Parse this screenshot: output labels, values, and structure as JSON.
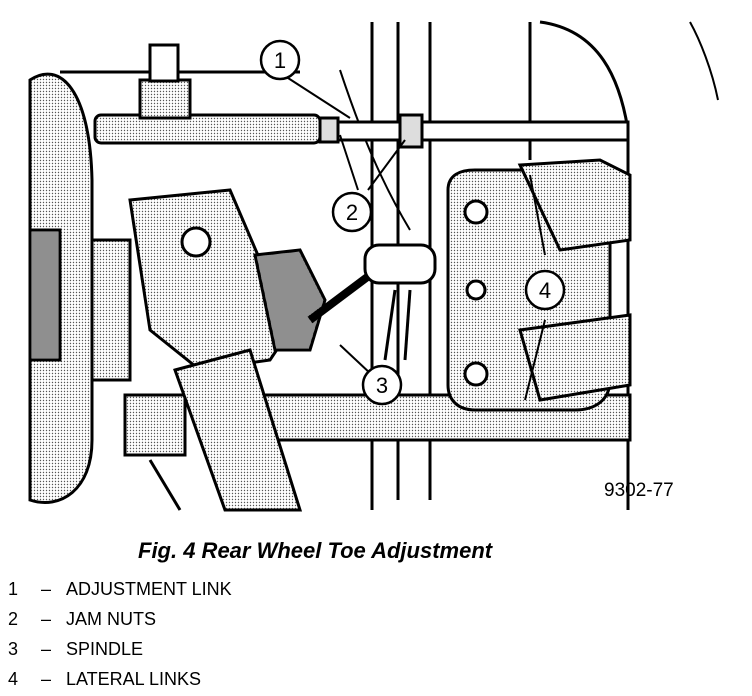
{
  "figure": {
    "code": "9302-77",
    "callouts": [
      "1",
      "2",
      "3",
      "4"
    ]
  },
  "caption": "Fig. 4 Rear Wheel Toe Adjustment",
  "legend": [
    {
      "num": "1",
      "dash": "–",
      "label": "ADJUSTMENT LINK"
    },
    {
      "num": "2",
      "dash": "–",
      "label": "JAM NUTS"
    },
    {
      "num": "3",
      "dash": "–",
      "label": "SPINDLE"
    },
    {
      "num": "4",
      "dash": "–",
      "label": "LATERAL LINKS"
    }
  ]
}
